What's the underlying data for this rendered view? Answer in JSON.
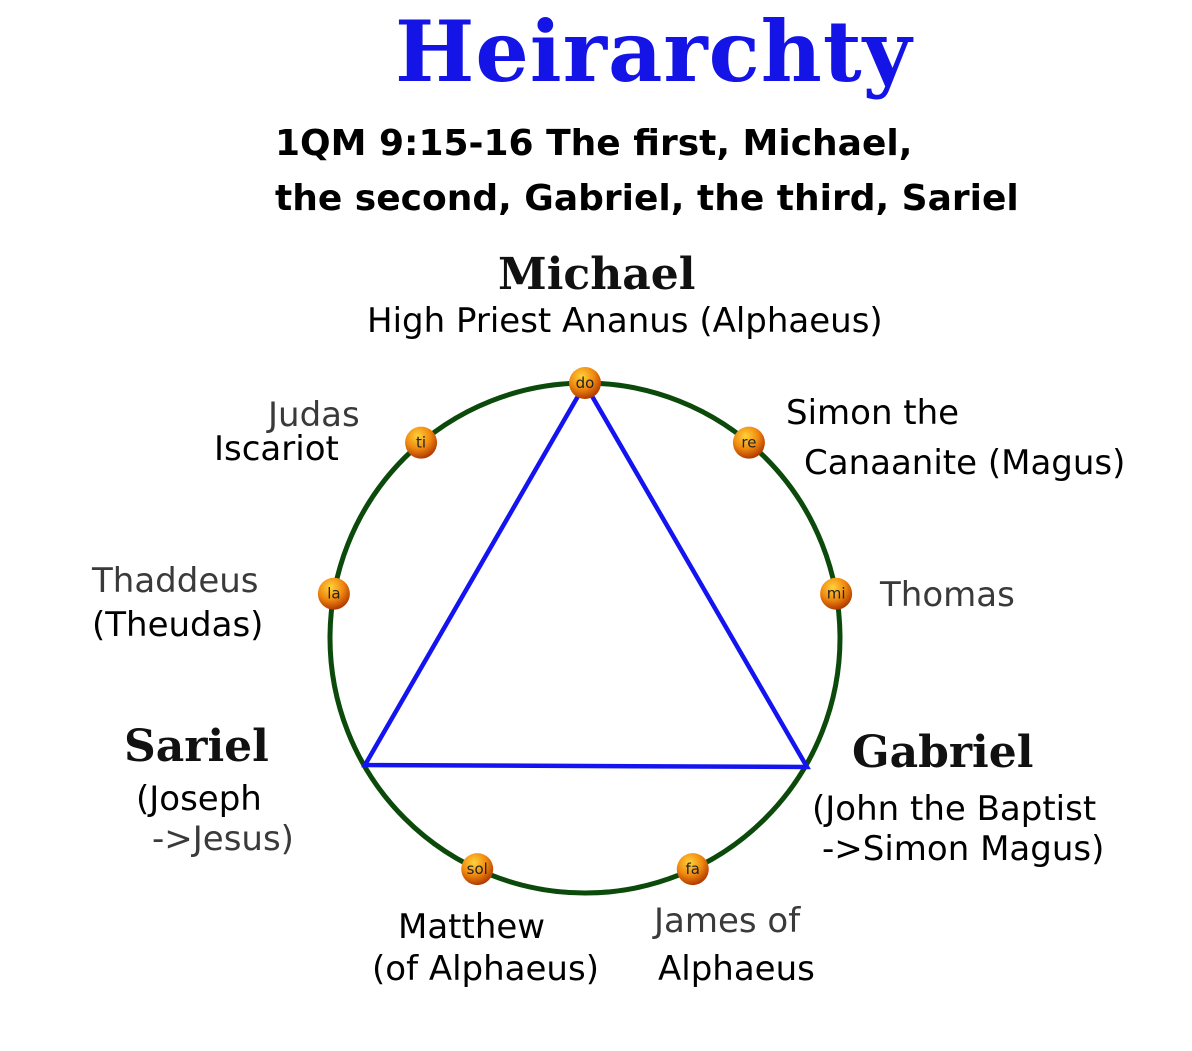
{
  "title": "Heirarchty",
  "quote_line1": "1QM 9:15-16 The first, Michael,",
  "quote_line2": "the second, Gabriel, the third, Sariel",
  "angels": {
    "michael": {
      "name": "Michael",
      "role": "High Priest Ananus (Alphaeus)"
    },
    "gabriel": {
      "name": "Gabriel",
      "line1": "(John the Baptist",
      "line2": "->Simon Magus)"
    },
    "sariel": {
      "name": "Sariel",
      "line1": "(Joseph",
      "line2": "->Jesus)"
    }
  },
  "disciples": {
    "judas": [
      "Judas",
      "Iscariot"
    ],
    "simon": [
      "Simon the",
      "Canaanite (Magus)"
    ],
    "thaddeus": [
      "Thaddeus",
      "(Theudas)"
    ],
    "thomas": "Thomas",
    "matthew": [
      "Matthew",
      "(of Alphaeus)"
    ],
    "james": [
      "James of",
      "Alphaeus"
    ]
  },
  "notes": [
    {
      "label": "do",
      "angle": 0
    },
    {
      "label": "re",
      "angle": 40
    },
    {
      "label": "mi",
      "angle": 80
    },
    {
      "label": "fa",
      "angle": 155
    },
    {
      "label": "sol",
      "angle": 205
    },
    {
      "label": "la",
      "angle": 280
    },
    {
      "label": "ti",
      "angle": 320
    }
  ],
  "colors": {
    "circle": "#0b4a0b",
    "triangle": "#1414f0",
    "title": "#1414e6"
  }
}
